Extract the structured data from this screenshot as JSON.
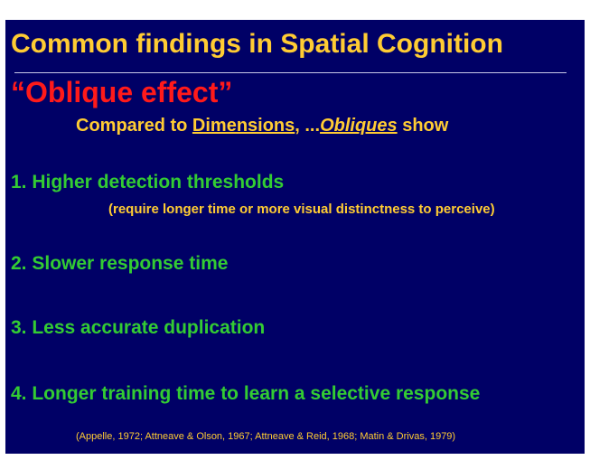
{
  "slide": {
    "title": "Common findings in Spatial Cognition",
    "subtitle": "“Oblique effect”",
    "comparison": {
      "prefix": "Compared to ",
      "dimensions": "Dimensions",
      "middle": ", ...",
      "obliques": "Obliques",
      "suffix": " show"
    },
    "items": [
      {
        "text": "1. Higher detection thresholds"
      },
      {
        "text": "2. Slower response time"
      },
      {
        "text": "3. Less accurate duplication"
      },
      {
        "text": "4. Longer training time to learn a selective response"
      }
    ],
    "item1_note": "(require longer time or more visual distinctness to perceive)",
    "references": "(Appelle, 1972; Attneave & Olson, 1967; Attneave & Reid, 1968; Matin & Drivas, 1979)"
  },
  "colors": {
    "background": "#000066",
    "title": "#ffcc33",
    "subtitle": "#ff1a1a",
    "items": "#33cc33",
    "notes": "#ffcc33"
  }
}
